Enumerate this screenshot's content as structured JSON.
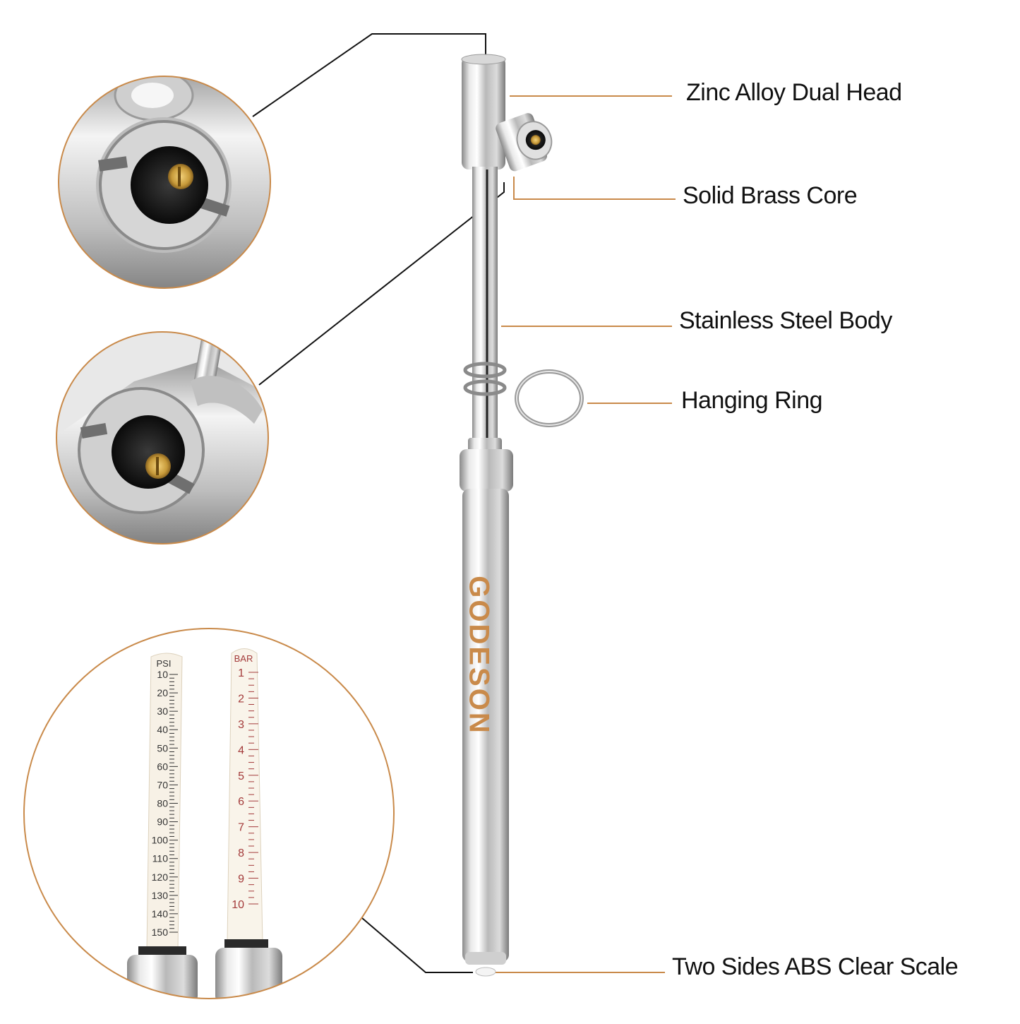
{
  "callouts": {
    "zinc_head": "Zinc Alloy Dual Head",
    "brass_core": "Solid Brass Core",
    "steel_body": "Stainless Steel Body",
    "hanging_ring": "Hanging Ring",
    "clear_scale": "Two Sides ABS Clear Scale"
  },
  "brand": "GODESON",
  "psi_scale": {
    "unit": "PSI",
    "ticks": [
      "10",
      "20",
      "30",
      "40",
      "50",
      "60",
      "70",
      "80",
      "90",
      "100",
      "110",
      "120",
      "130",
      "140",
      "150"
    ]
  },
  "bar_scale": {
    "unit": "BAR",
    "ticks": [
      "1",
      "2",
      "3",
      "4",
      "5",
      "6",
      "7",
      "8",
      "9",
      "10"
    ]
  },
  "colors": {
    "accent_orange": "#c98a4a",
    "label_text": "#111111",
    "bar_scale_text": "#a33a3a",
    "psi_scale_text": "#333333"
  }
}
